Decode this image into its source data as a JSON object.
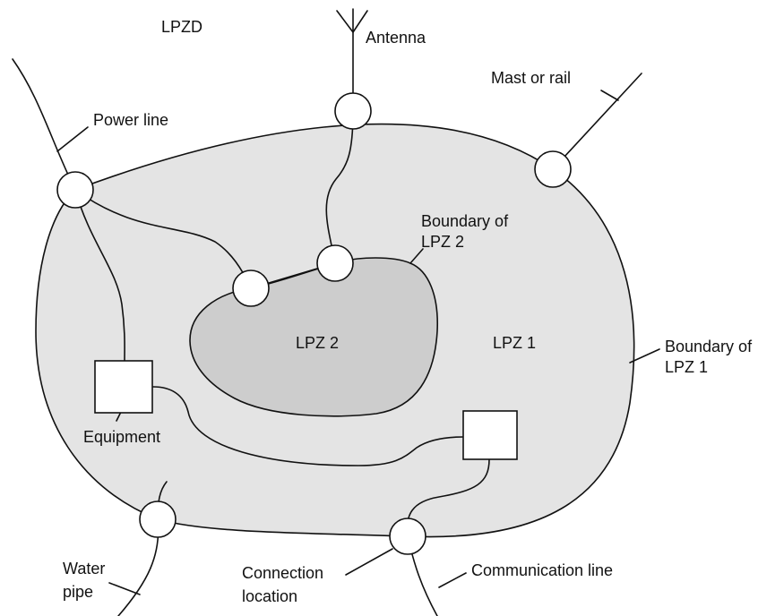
{
  "zones": {
    "outer": "LPZD",
    "zone1": "LPZ 1",
    "zone2": "LPZ 2"
  },
  "labels": {
    "antenna": "Antenna",
    "mast": "Mast or rail",
    "power_line": "Power line",
    "boundary2_line1": "Boundary of",
    "boundary2_line2": "LPZ 2",
    "boundary1_line1": "Boundary of",
    "boundary1_line2": "LPZ 1",
    "equipment": "Equipment",
    "water_line1": "Water",
    "water_line2": "pipe",
    "connection_line1": "Connection",
    "connection_line2": "location",
    "communication": "Communication line"
  },
  "colors": {
    "zone1_fill": "#e4e4e4",
    "zone2_fill": "#cdcdcd",
    "stroke": "#111111",
    "node_fill": "#ffffff"
  }
}
